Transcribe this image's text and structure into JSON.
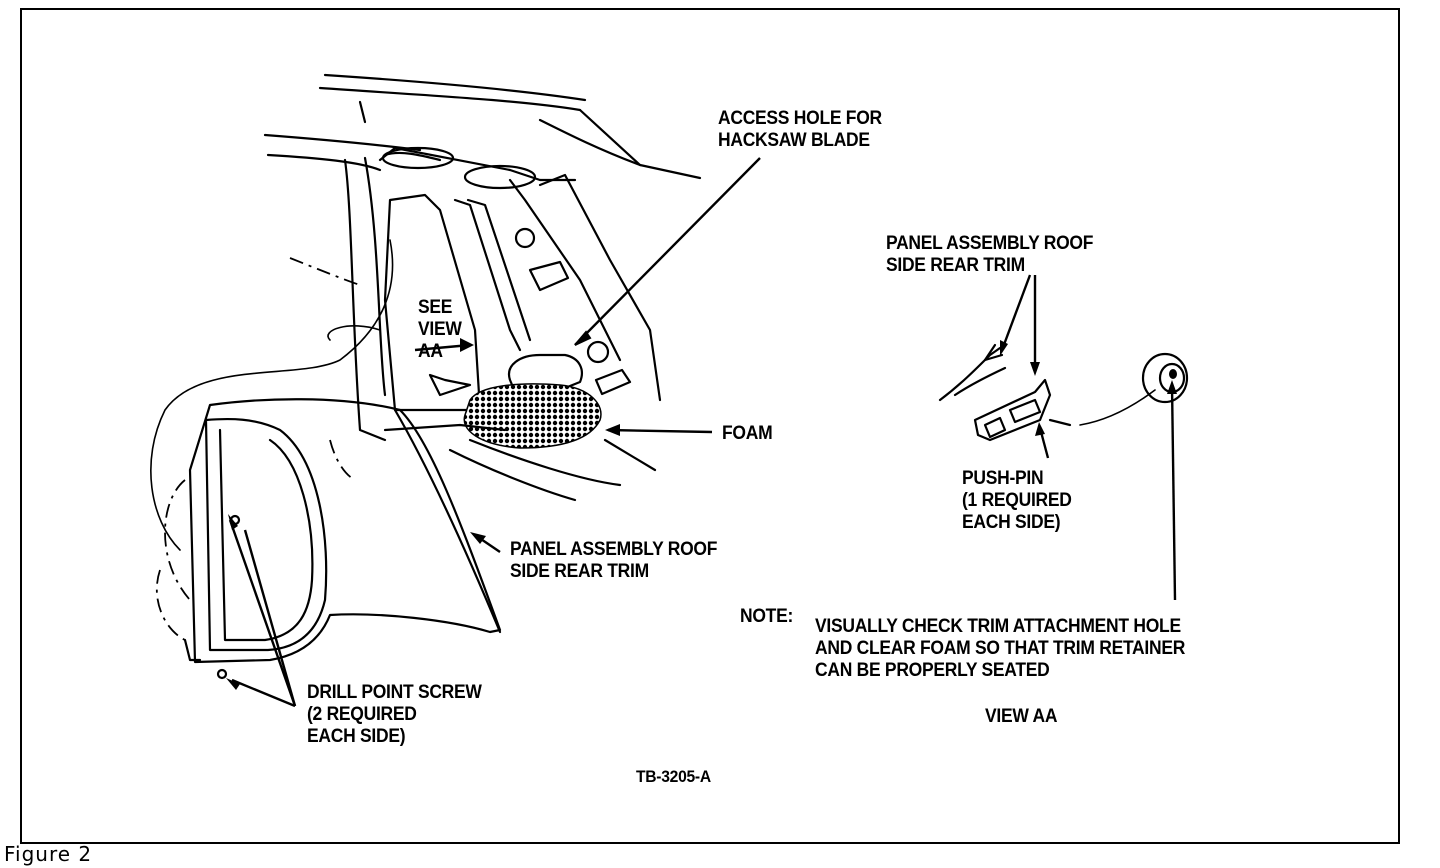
{
  "labels": {
    "access_hole": "ACCESS HOLE FOR\nHACKSAW BLADE",
    "see_view": "SEE\nVIEW\nAA",
    "foam": "FOAM",
    "panel_assembly_main": "PANEL ASSEMBLY ROOF\nSIDE REAR TRIM",
    "drill_point_screw": "DRILL POINT SCREW\n(2 REQUIRED\nEACH SIDE)",
    "panel_assembly_view": "PANEL ASSEMBLY ROOF\nSIDE REAR TRIM",
    "push_pin": "PUSH-PIN\n(1 REQUIRED\nEACH SIDE)",
    "note_label": "NOTE:",
    "note_text": "VISUALLY CHECK TRIM ATTACHMENT HOLE\nAND CLEAR FOAM SO THAT TRIM RETAINER\nCAN BE PROPERLY SEATED",
    "view_aa": "VIEW AA",
    "drawing_number": "TB-3205-A"
  },
  "caption": "Figure 2"
}
